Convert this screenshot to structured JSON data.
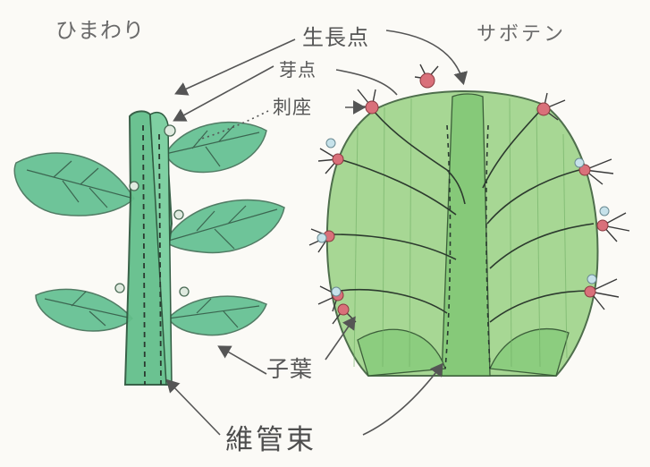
{
  "labels": {
    "himawari": "ひまわり",
    "saboten": "サボテン",
    "seicho_ten": "生長点",
    "ga_ten": "芽点",
    "shi_za": "刺座",
    "shi_yo": "子葉",
    "ikansoku": "維管束"
  },
  "colors": {
    "leaf_green": "#5fbf8f",
    "stem_green": "#64c08c",
    "cactus_green": "#9ed48a",
    "areole_red": "#d9707a",
    "pencil": "#3c3c3c"
  }
}
